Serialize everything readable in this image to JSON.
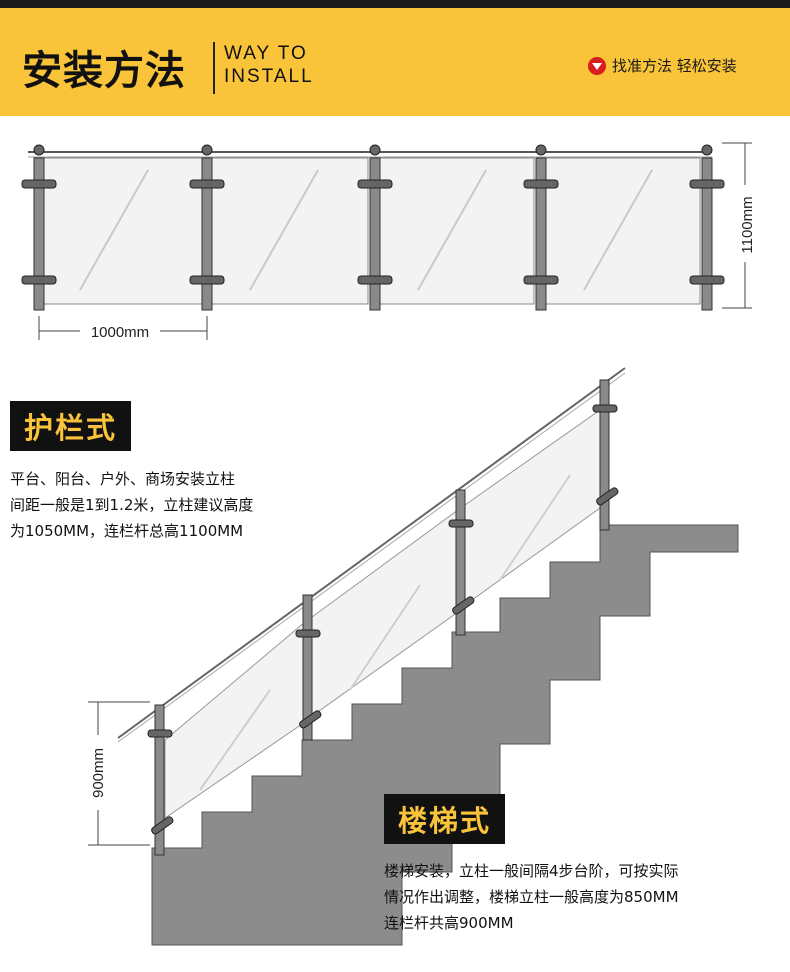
{
  "header": {
    "title": "安装方法",
    "subtitle_line1": "WAY TO",
    "subtitle_line2": "INSTALL",
    "tagline": "找准方法 轻松安装",
    "accent_color": "#f9c43a",
    "tag_icon": "down-arrow-icon"
  },
  "flat_drawing": {
    "width_label": "1000mm",
    "height_label": "1100mm"
  },
  "guardrail_style": {
    "label": "护栏式",
    "desc_lines": [
      "平台、阳台、户外、商场安装立柱",
      "间距一般是1到1.2米，立柱建议高度",
      "为1050MM，连栏杆总高1100MM"
    ]
  },
  "stair_drawing": {
    "height_label": "900mm"
  },
  "stair_style": {
    "label": "楼梯式",
    "desc_lines": [
      "楼梯安装，立柱一般间隔4步台阶，可按实际",
      "情况作出调整，楼梯立柱一般高度为850MM",
      "连栏杆共高900MM"
    ]
  }
}
